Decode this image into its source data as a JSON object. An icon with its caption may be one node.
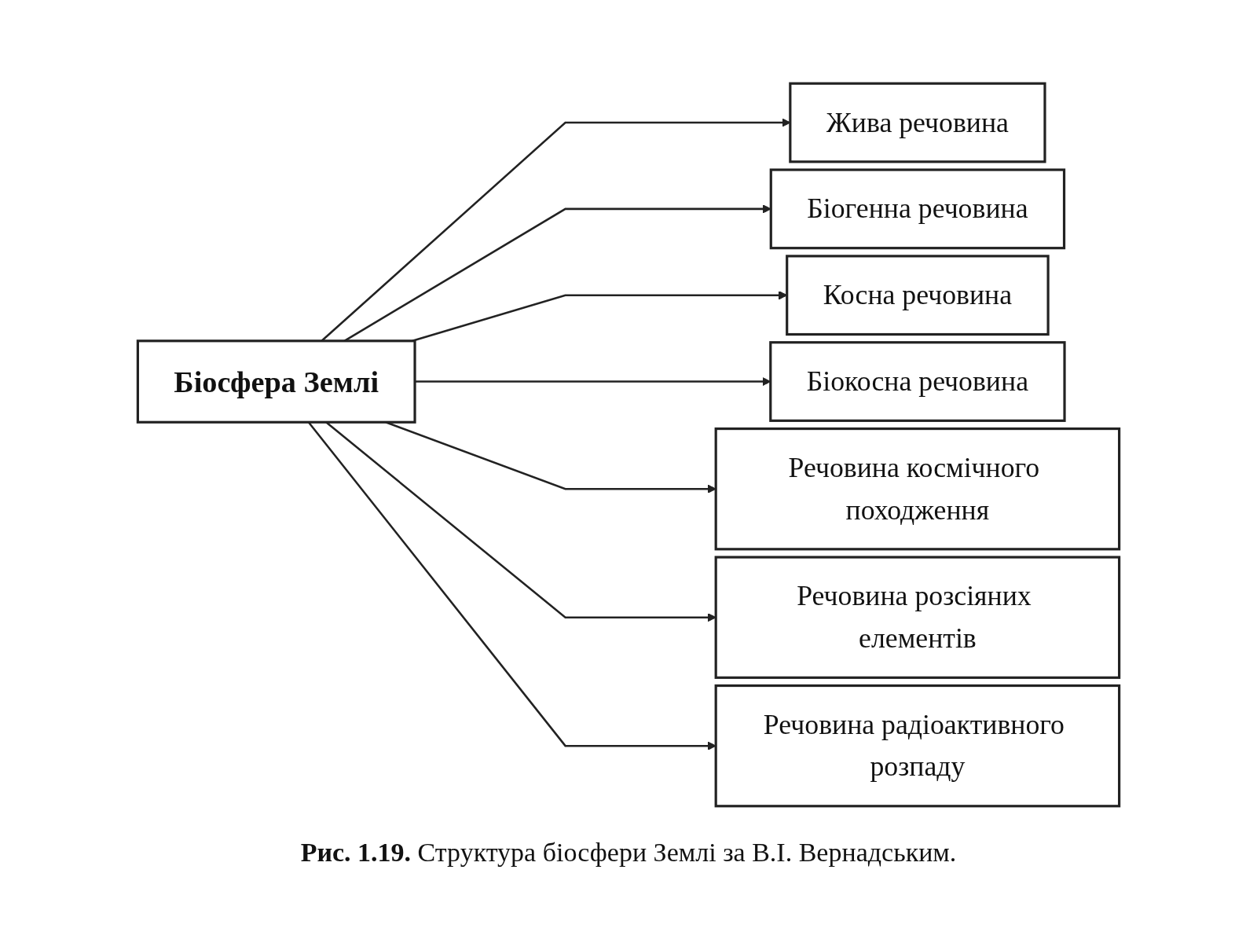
{
  "diagram": {
    "caption": "**Рис. 1.19.** Структура біосфери Землі за В.І. Вернадським.",
    "nodes": [
      {
        "text": [
          "Біосфера Землі"
        ]
      },
      {
        "text": [
          "Жива речовина"
        ]
      },
      {
        "text": [
          "Біогенна речовина"
        ]
      },
      {
        "text": [
          "Косна речовина"
        ]
      },
      {
        "text": [
          "Біокосна речовина"
        ]
      },
      {
        "text": [
          "Речовина космічного походження"
        ]
      },
      {
        "text": [
          "Речовина розсіяних елементів"
        ]
      },
      {
        "text": [
          "Речовина радіоактивного розпаду"
        ]
      }
    ],
    "edges": [
      {
        "from": 0,
        "to": 1,
        "arrow": "to"
      },
      {
        "from": 0,
        "to": 2,
        "arrow": "to"
      },
      {
        "from": 0,
        "to": 3,
        "arrow": "to"
      },
      {
        "from": 0,
        "to": 4,
        "arrow": "to"
      },
      {
        "from": 0,
        "to": 5,
        "arrow": "to"
      },
      {
        "from": 0,
        "to": 6,
        "arrow": "to"
      },
      {
        "from": 0,
        "to": 7,
        "arrow": "to"
      }
    ]
  }
}
